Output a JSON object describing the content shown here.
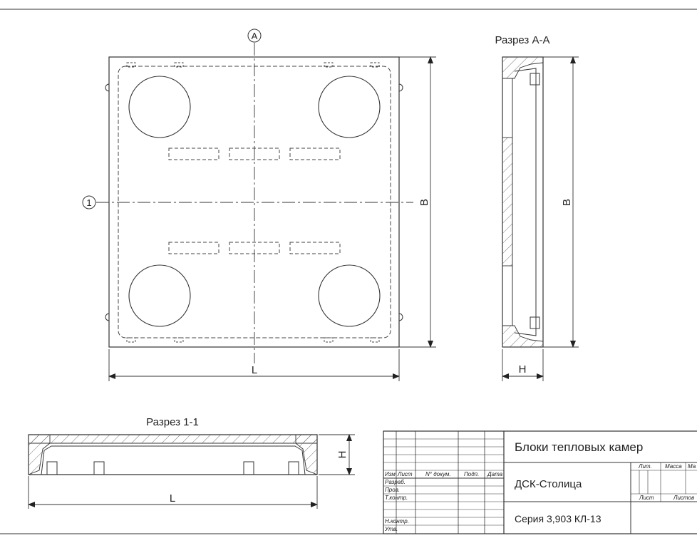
{
  "plan_view": {
    "axis_a_marker": "A",
    "axis_1_marker": "1",
    "dim_length": "L",
    "dim_width": "B"
  },
  "section_aa": {
    "title": "Разрез А-А",
    "dim_width": "B",
    "dim_height": "H"
  },
  "section_11": {
    "title": "Разрез 1-1",
    "dim_length": "L",
    "dim_height": "H"
  },
  "title_block": {
    "col_headers": [
      "Изм",
      "Лист",
      "N° докум.",
      "Подп.",
      "Дата"
    ],
    "row_labels": [
      "Разраб.",
      "Пров.",
      "Т.контр.",
      "Н.контр.",
      "Утв."
    ],
    "drawing_title": "Блоки тепловых камер",
    "organization": "ДСК-Столица",
    "series": "Серия 3,903 КЛ-13",
    "lit_label": "Лит.",
    "mass_label": "Масса",
    "scale_label": "Ма",
    "sheet_label": "Лист",
    "sheets_label": "Листов"
  }
}
